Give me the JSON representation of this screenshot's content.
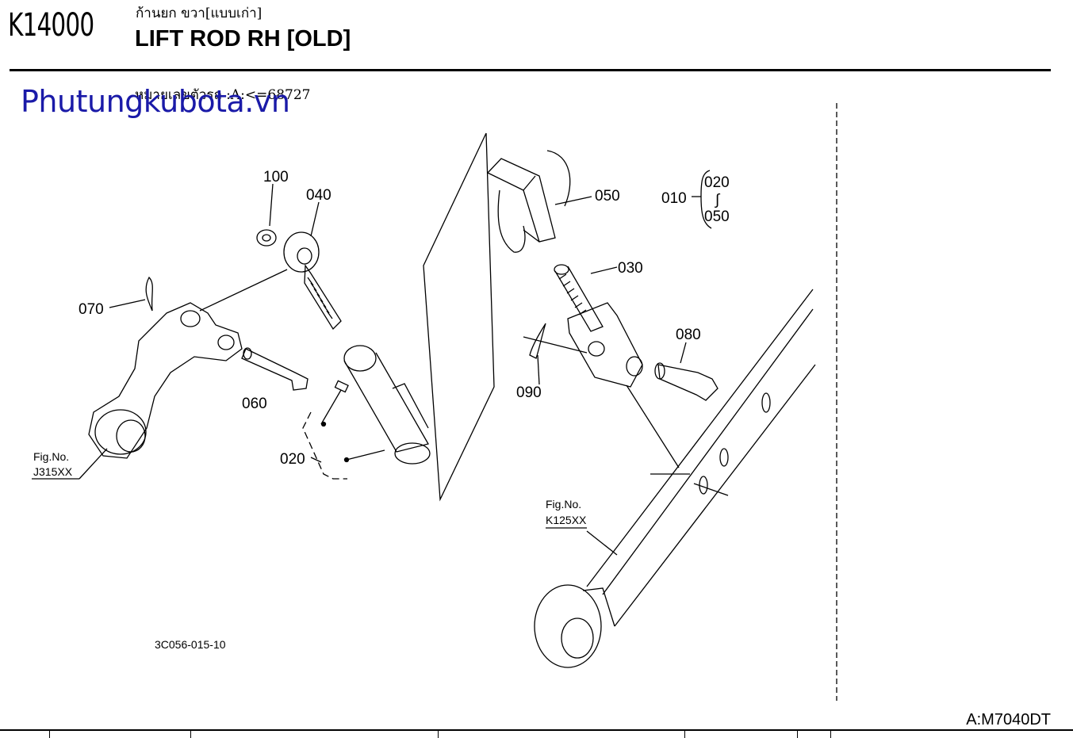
{
  "header": {
    "code": "K14000",
    "title_th": "ก้านยก ขวา[แบบเก่า]",
    "title_en": "LIFT ROD RH [OLD]",
    "serial_note": "หมายเลขตัวรถ :A:<=68727"
  },
  "watermark": "Phutungkubota.vn",
  "parts": {
    "p100": "100",
    "p040": "040",
    "p050": "050",
    "p010": "010",
    "p020a": "020",
    "p050b": "050",
    "p030": "030",
    "p070": "070",
    "p080": "080",
    "p060": "060",
    "p090": "090",
    "p020": "020",
    "tilde": "∫"
  },
  "refs": {
    "fig1_a": "Fig.No.",
    "fig1_b": "J315XX",
    "fig2_a": "Fig.No.",
    "fig2_b": "K125XX"
  },
  "drawing_code": "3C056-015-10",
  "model": "A:M7040DT"
}
